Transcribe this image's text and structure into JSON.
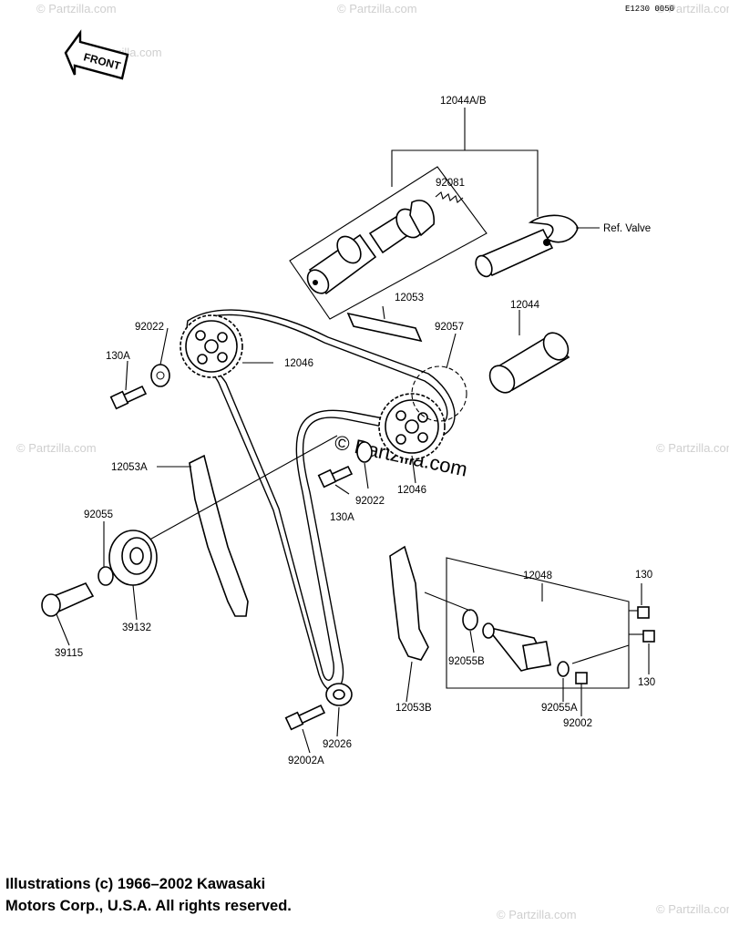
{
  "diagram_code": "E1230 0050",
  "front_label": "FRONT",
  "watermark": "© Partzilla.com",
  "watermark_center": "© Partzilla.com",
  "ref_valve_label": "Ref. Valve",
  "copyright": {
    "line1": "Illustrations (c) 1966–2002 Kawasaki",
    "line2": "Motors Corp., U.S.A.  All rights reserved."
  },
  "parts": {
    "p12044AB": "12044A/B",
    "p92081": "92081",
    "p12053": "12053",
    "p12044": "12044",
    "p92022_top": "92022",
    "p130A_top": "130A",
    "p12046_top": "12046",
    "p92057": "92057",
    "p12053A": "12053A",
    "p92055": "92055",
    "p130A_mid": "130A",
    "p92022_mid": "92022",
    "p12046_mid": "12046",
    "p39115": "39115",
    "p39132": "39132",
    "p12048": "12048",
    "p130_top": "130",
    "p130_bot": "130",
    "p92055B": "92055B",
    "p92055A": "92055A",
    "p92002": "92002",
    "p12053B": "12053B",
    "p92026": "92026",
    "p92002A": "92002A"
  }
}
